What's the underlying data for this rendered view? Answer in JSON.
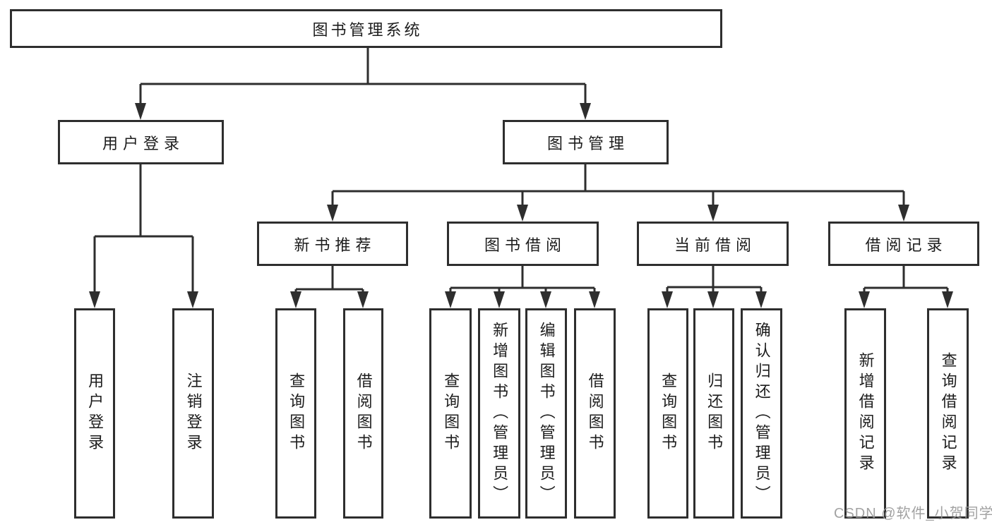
{
  "diagram": {
    "root": {
      "label": "图书管理系统"
    },
    "branches": [
      {
        "label": "用户登录",
        "children": [
          {
            "label": "用户登录"
          },
          {
            "label": "注销登录"
          }
        ]
      },
      {
        "label": "图书管理",
        "children": [
          {
            "label": "新书推荐",
            "children": [
              {
                "label": "查询图书"
              },
              {
                "label": "借阅图书"
              }
            ]
          },
          {
            "label": "图书借阅",
            "children": [
              {
                "label": "查询图书"
              },
              {
                "label": "新增图书（管理员）"
              },
              {
                "label": "编辑图书（管理员）"
              },
              {
                "label": "借阅图书"
              }
            ]
          },
          {
            "label": "当前借阅",
            "children": [
              {
                "label": "查询图书"
              },
              {
                "label": "归还图书"
              },
              {
                "label": "确认归还（管理员）"
              }
            ]
          },
          {
            "label": "借阅记录",
            "children": [
              {
                "label": "新增借阅记录"
              },
              {
                "label": "查询借阅记录"
              }
            ]
          }
        ]
      }
    ]
  },
  "watermark": {
    "text": "CSDN @软件_小贺同学"
  },
  "colors": {
    "line": "#2e2e2e",
    "box_border": "#2e2e2e",
    "text": "#1d1d1d",
    "watermark": "#989898",
    "background": "#ffffff"
  }
}
